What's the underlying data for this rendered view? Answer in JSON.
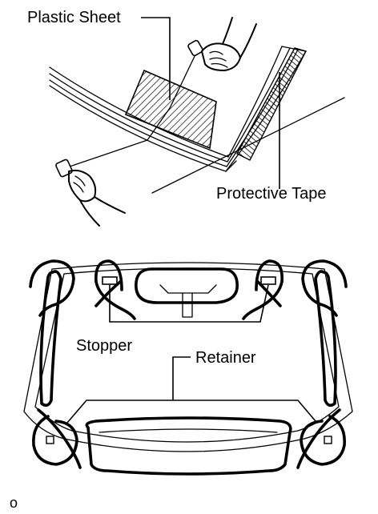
{
  "upper_figure": {
    "labels": {
      "plastic_sheet": "Plastic Sheet",
      "protective_tape": "Protective Tape"
    }
  },
  "lower_figure": {
    "labels": {
      "stopper": "Stopper",
      "retainer": "Retainer"
    }
  },
  "footer": {
    "mark": "o"
  },
  "colors": {
    "ink": "#000000",
    "background": "#ffffff"
  }
}
